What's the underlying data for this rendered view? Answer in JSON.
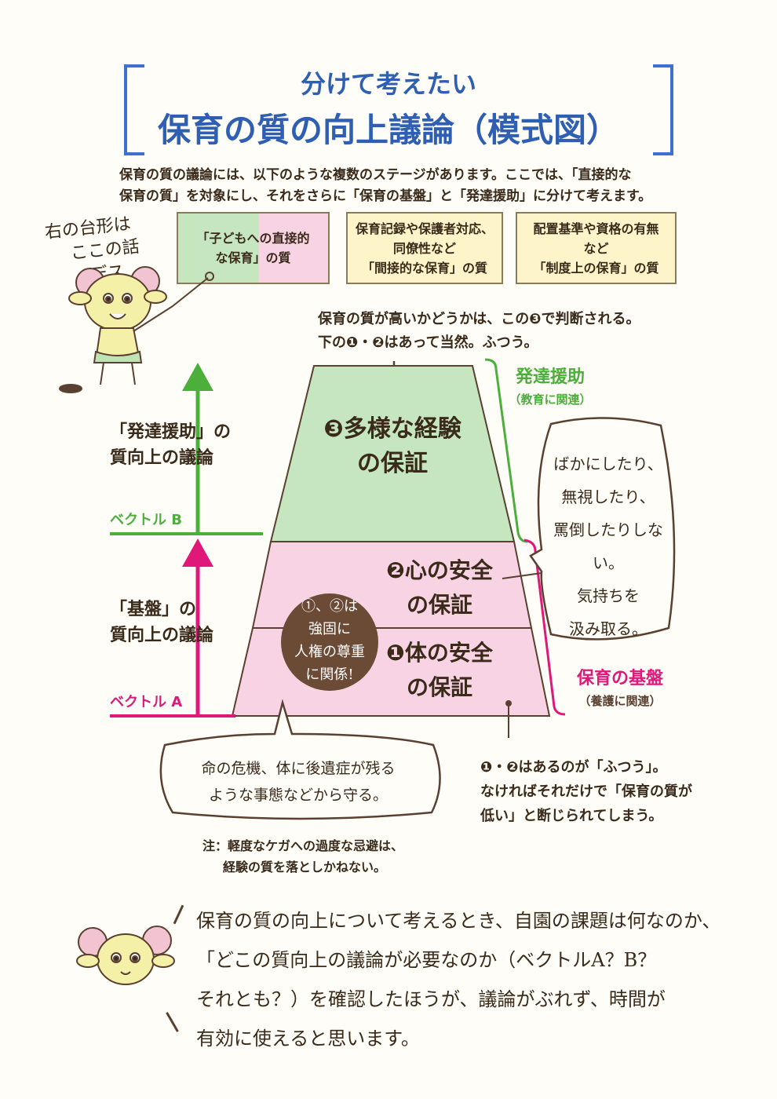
{
  "header": {
    "title_line1": "分けて考えたい",
    "title_line2": "保育の質の向上議論（模式図）"
  },
  "intro": {
    "line1": "保育の質の議論には、以下のような複数のステージがあります。ここでは、「直接的な",
    "line2": "保育の質」を対象にし、それをさらに「保育の基盤」と「発達援助」に分けて考えます。"
  },
  "stages": [
    {
      "line1": "「子どもへの直接的",
      "line2": "な保育」の質",
      "line3": ""
    },
    {
      "line1": "保育記録や保護者対応、",
      "line2": "同僚性など",
      "line3": "「間接的な保育」の質"
    },
    {
      "line1": "配置基準や資格の有無",
      "line2": "など",
      "line3": "「制度上の保育」の質"
    }
  ],
  "mascot_note": {
    "line1": "右の台形は",
    "line2": "ここの話",
    "line3": "デス"
  },
  "top_note": {
    "line1": "保育の質が高いかどうかは、この❸で判断される。",
    "line2": "下の❶・❷はあって当然。ふつう。"
  },
  "pyramid": {
    "level3": {
      "line1": "❸多様な経験",
      "line2": "の保証"
    },
    "level2": {
      "line1": "❷心の安全",
      "line2": "の保証"
    },
    "level1": {
      "line1": "❶体の安全",
      "line2": "の保証"
    },
    "circle": {
      "line1": "①、②は",
      "line2": "強固に",
      "line3": "人権の尊重",
      "line4": "に関係!"
    }
  },
  "right_labels": {
    "development": "発達援助",
    "development_sub": "（教育に関連）",
    "foundation": "保育の基盤",
    "foundation_sub": "（養護に関連）"
  },
  "left_labels": {
    "b_line1": "「発達援助」の",
    "b_line2": "質向上の議論",
    "vector_b": "ベクトル B",
    "a_line1": "「基盤」の",
    "a_line2": "質向上の議論",
    "vector_a": "ベクトル A"
  },
  "bubble_right": {
    "line1": "ばかにしたり、",
    "line2": "無視したり、",
    "line3": "罵倒したりしない。",
    "line4": "気持ちを",
    "line5": "汲み取る。"
  },
  "bubble_bottom": {
    "line1": "命の危機、体に後遺症が残る",
    "line2": "ような事態などから守る。"
  },
  "footnote": {
    "line1": "注：軽度なケガへの過度な忌避は、",
    "line2": "経験の質を落としかねない。"
  },
  "bottom_right_note": {
    "line1": "❶・❷はあるのが「ふつう」。",
    "line2": "なければそれだけで「保育の質が",
    "line3": "低い」と断じられてしまう。"
  },
  "closing": {
    "line1": "保育の質の向上について考えるとき、自園の課題は何なのか、",
    "line2": "「どこの質向上の議論が必要なのか（ベクトルA？B？",
    "line3": "それとも？）を確認したほうが、議論がぶれず、時間が",
    "line4": "有効に使えると思います。"
  },
  "colors": {
    "blue": "#2f5fb3",
    "green": "#4caf3c",
    "pink": "#e0187a",
    "green_fill": "#c5e6bf",
    "pink_fill": "#f8d3e4",
    "cream_fill": "#fdf5c9",
    "brown": "#5a4030"
  }
}
